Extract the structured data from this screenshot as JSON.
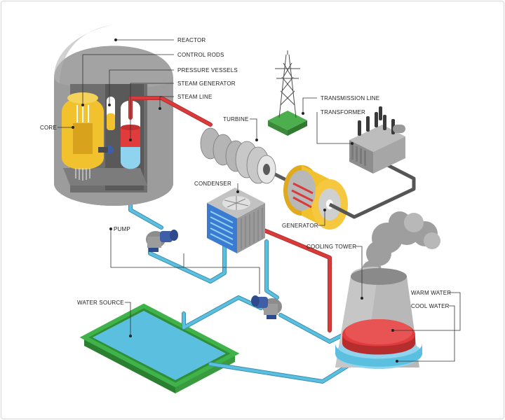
{
  "diagram": {
    "labels": {
      "reactor": "REACTOR",
      "control_rods": "CONTROL RODS",
      "pressure_vessels": "PRESSURE VESSELS",
      "steam_generator": "STEAM GENERATOR",
      "steam_line": "STEAM LINE",
      "core": "CORE",
      "turbine": "TURBINE",
      "transmission_line": "TRANSMISSION LINE",
      "transformer": "TRANSFORMER",
      "condenser": "CONDENSER",
      "generator": "GENERATOR",
      "pump": "PUMP",
      "cooling_tower": "COOLING TOWER",
      "water_source": "WATER SOURCE",
      "warm_water": "WARM WATER",
      "cool_water": "COOL WATER"
    },
    "colors": {
      "reactor_dome": "#a3a3a3",
      "reactor_body": "#9c9c9c",
      "core_yellow": "#f2c12e",
      "hot_pipe": "#d93b3b",
      "cool_pipe": "#4aa8c8",
      "condenser_blue": "#3b7bd1",
      "pool_green": "#3fb34a",
      "pool_water": "#5bbfe0",
      "tower_gray": "#b8b8b8",
      "warm_water": "#e23b3b",
      "cool_water": "#8fd3ef",
      "transformer_gray": "#9a9a9a",
      "pump_blue": "#3f5ea8"
    }
  }
}
